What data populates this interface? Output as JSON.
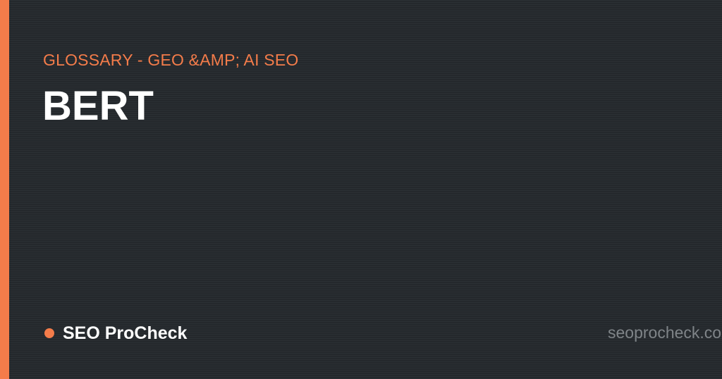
{
  "card": {
    "category": "GLOSSARY - GEO &AMP; AI SEO",
    "title": "BERT",
    "brand_name": "SEO ProCheck",
    "domain": "seoprocheck.co"
  },
  "colors": {
    "accent": "#f47c4a",
    "background": "#262b2f",
    "title_text": "#ffffff",
    "domain_text": "#7f8488"
  }
}
